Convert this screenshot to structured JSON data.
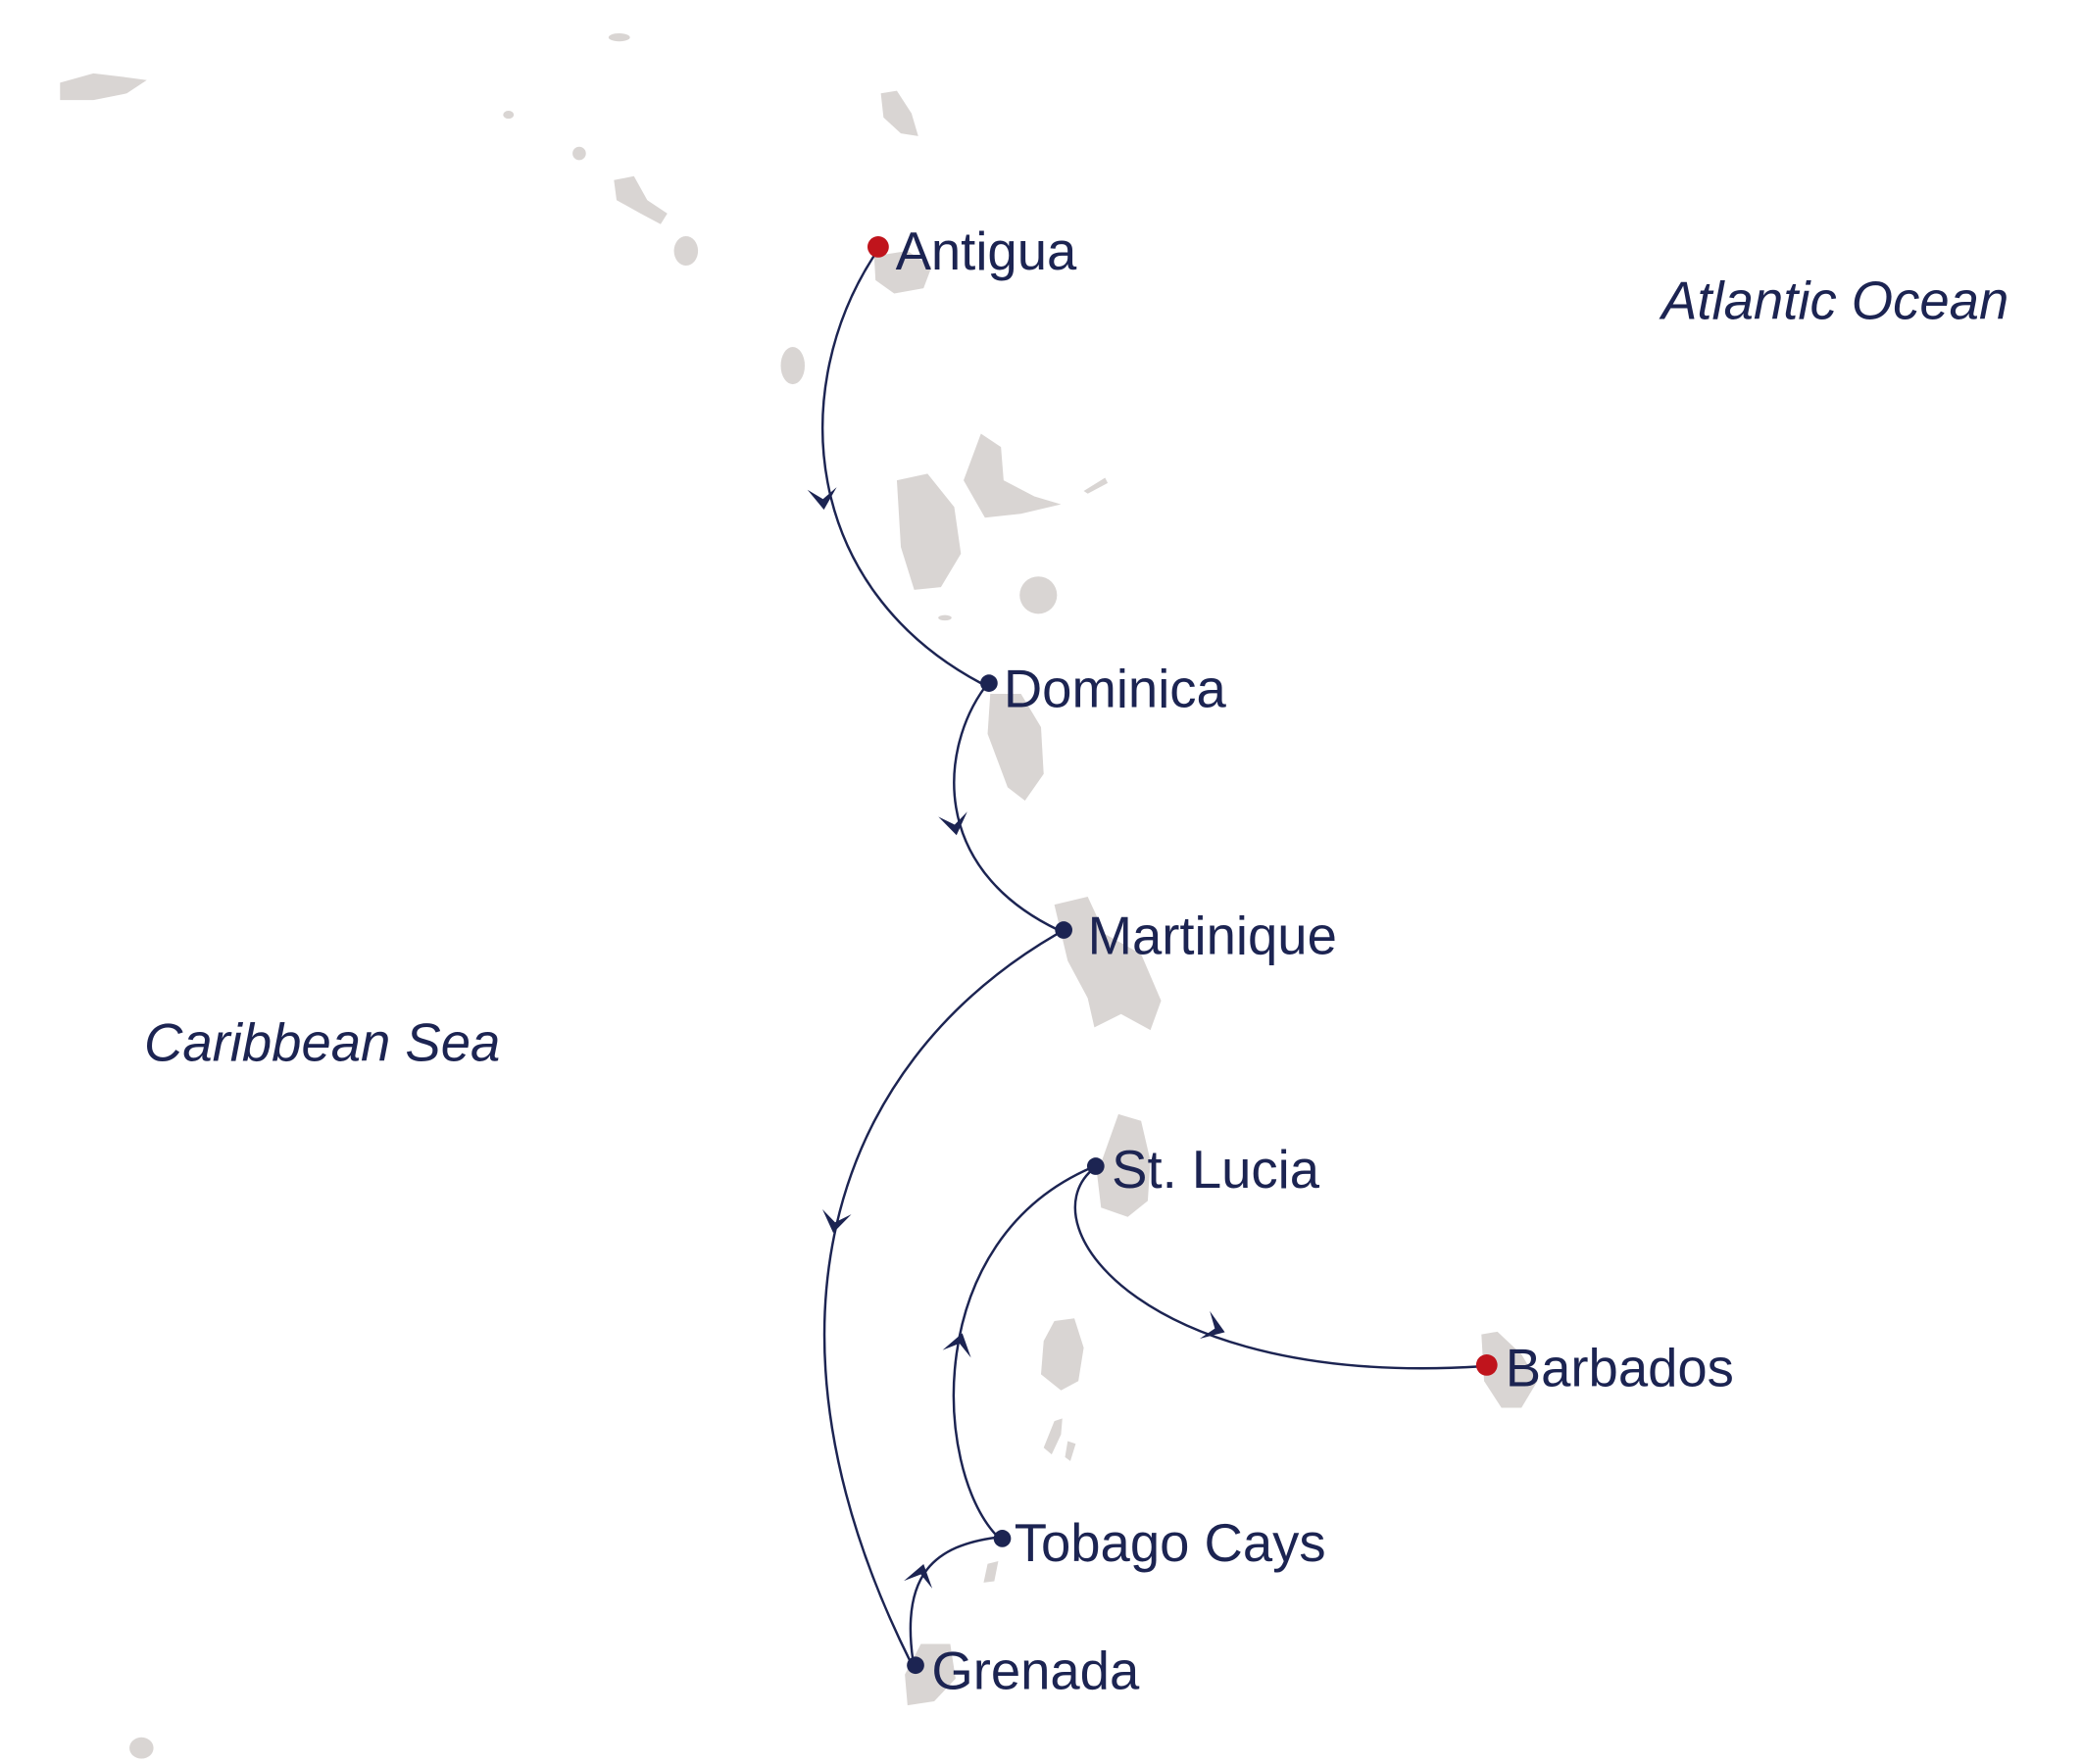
{
  "map": {
    "seas": {
      "atlantic": "Atlantic Ocean",
      "caribbean": "Caribbean Sea"
    },
    "ports": [
      {
        "name": "Antigua",
        "type": "start"
      },
      {
        "name": "Dominica",
        "type": "stop"
      },
      {
        "name": "Martinique",
        "type": "stop"
      },
      {
        "name": "St. Lucia",
        "type": "stop"
      },
      {
        "name": "Barbados",
        "type": "end"
      },
      {
        "name": "Tobago Cays",
        "type": "stop"
      },
      {
        "name": "Grenada",
        "type": "stop"
      }
    ],
    "route_order": [
      "Antigua",
      "Dominica",
      "Martinique",
      "Grenada",
      "Tobago Cays",
      "St. Lucia",
      "Barbados"
    ],
    "colors": {
      "route": "#1c2452",
      "endpoint": "#c0141c",
      "land": "#d9d5d3"
    }
  }
}
